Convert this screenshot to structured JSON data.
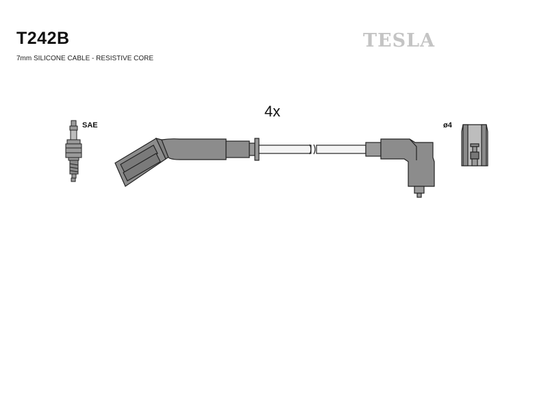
{
  "header": {
    "part_number": "T242B",
    "cable_spec": "7mm SILICONE CABLE - RESISTIVE CORE",
    "brand": "TESLA"
  },
  "diagram": {
    "quantity_label": "4x",
    "spark_plug_label": "SAE",
    "distributor_terminal_label": "ø4"
  }
}
